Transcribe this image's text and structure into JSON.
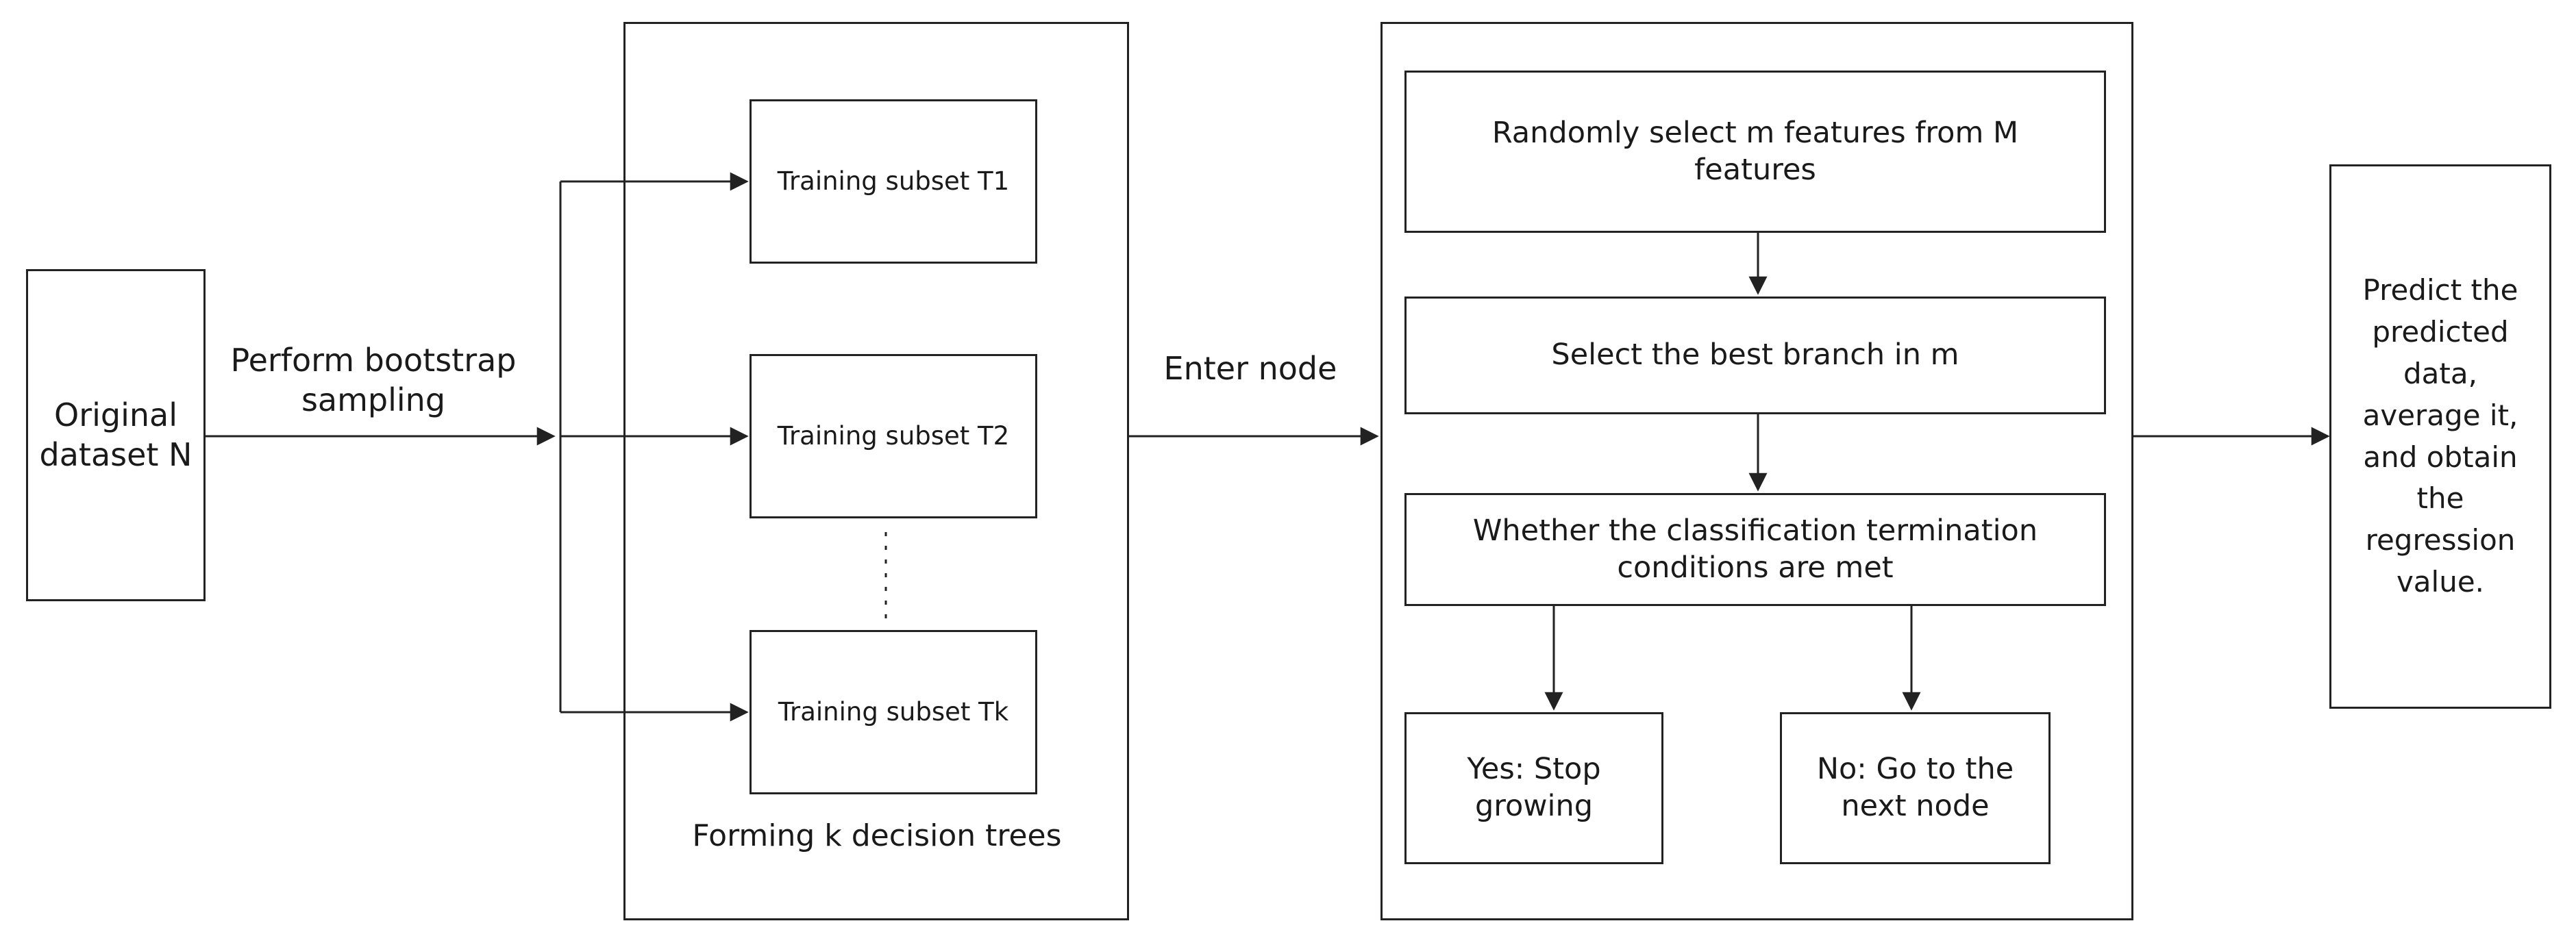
{
  "original": {
    "text": "Original dataset N"
  },
  "sampling": {
    "label": "Perform bootstrap sampling"
  },
  "subsets": [
    {
      "label": "Training subset T1"
    },
    {
      "label": "Training subset T2"
    },
    {
      "label": "Training subset Tk"
    }
  ],
  "forest": {
    "caption": "Forming k decision trees"
  },
  "enter": {
    "label": "Enter node"
  },
  "node_steps": {
    "select_features": "Randomly select m features from M features",
    "best_branch": "Select the best branch in m",
    "termination": "Whether the classification termination conditions are met",
    "yes": "Yes: Stop growing",
    "no": "No: Go to the next node"
  },
  "result": {
    "text": "Predict the predicted data, average it, and obtain the regression value."
  }
}
